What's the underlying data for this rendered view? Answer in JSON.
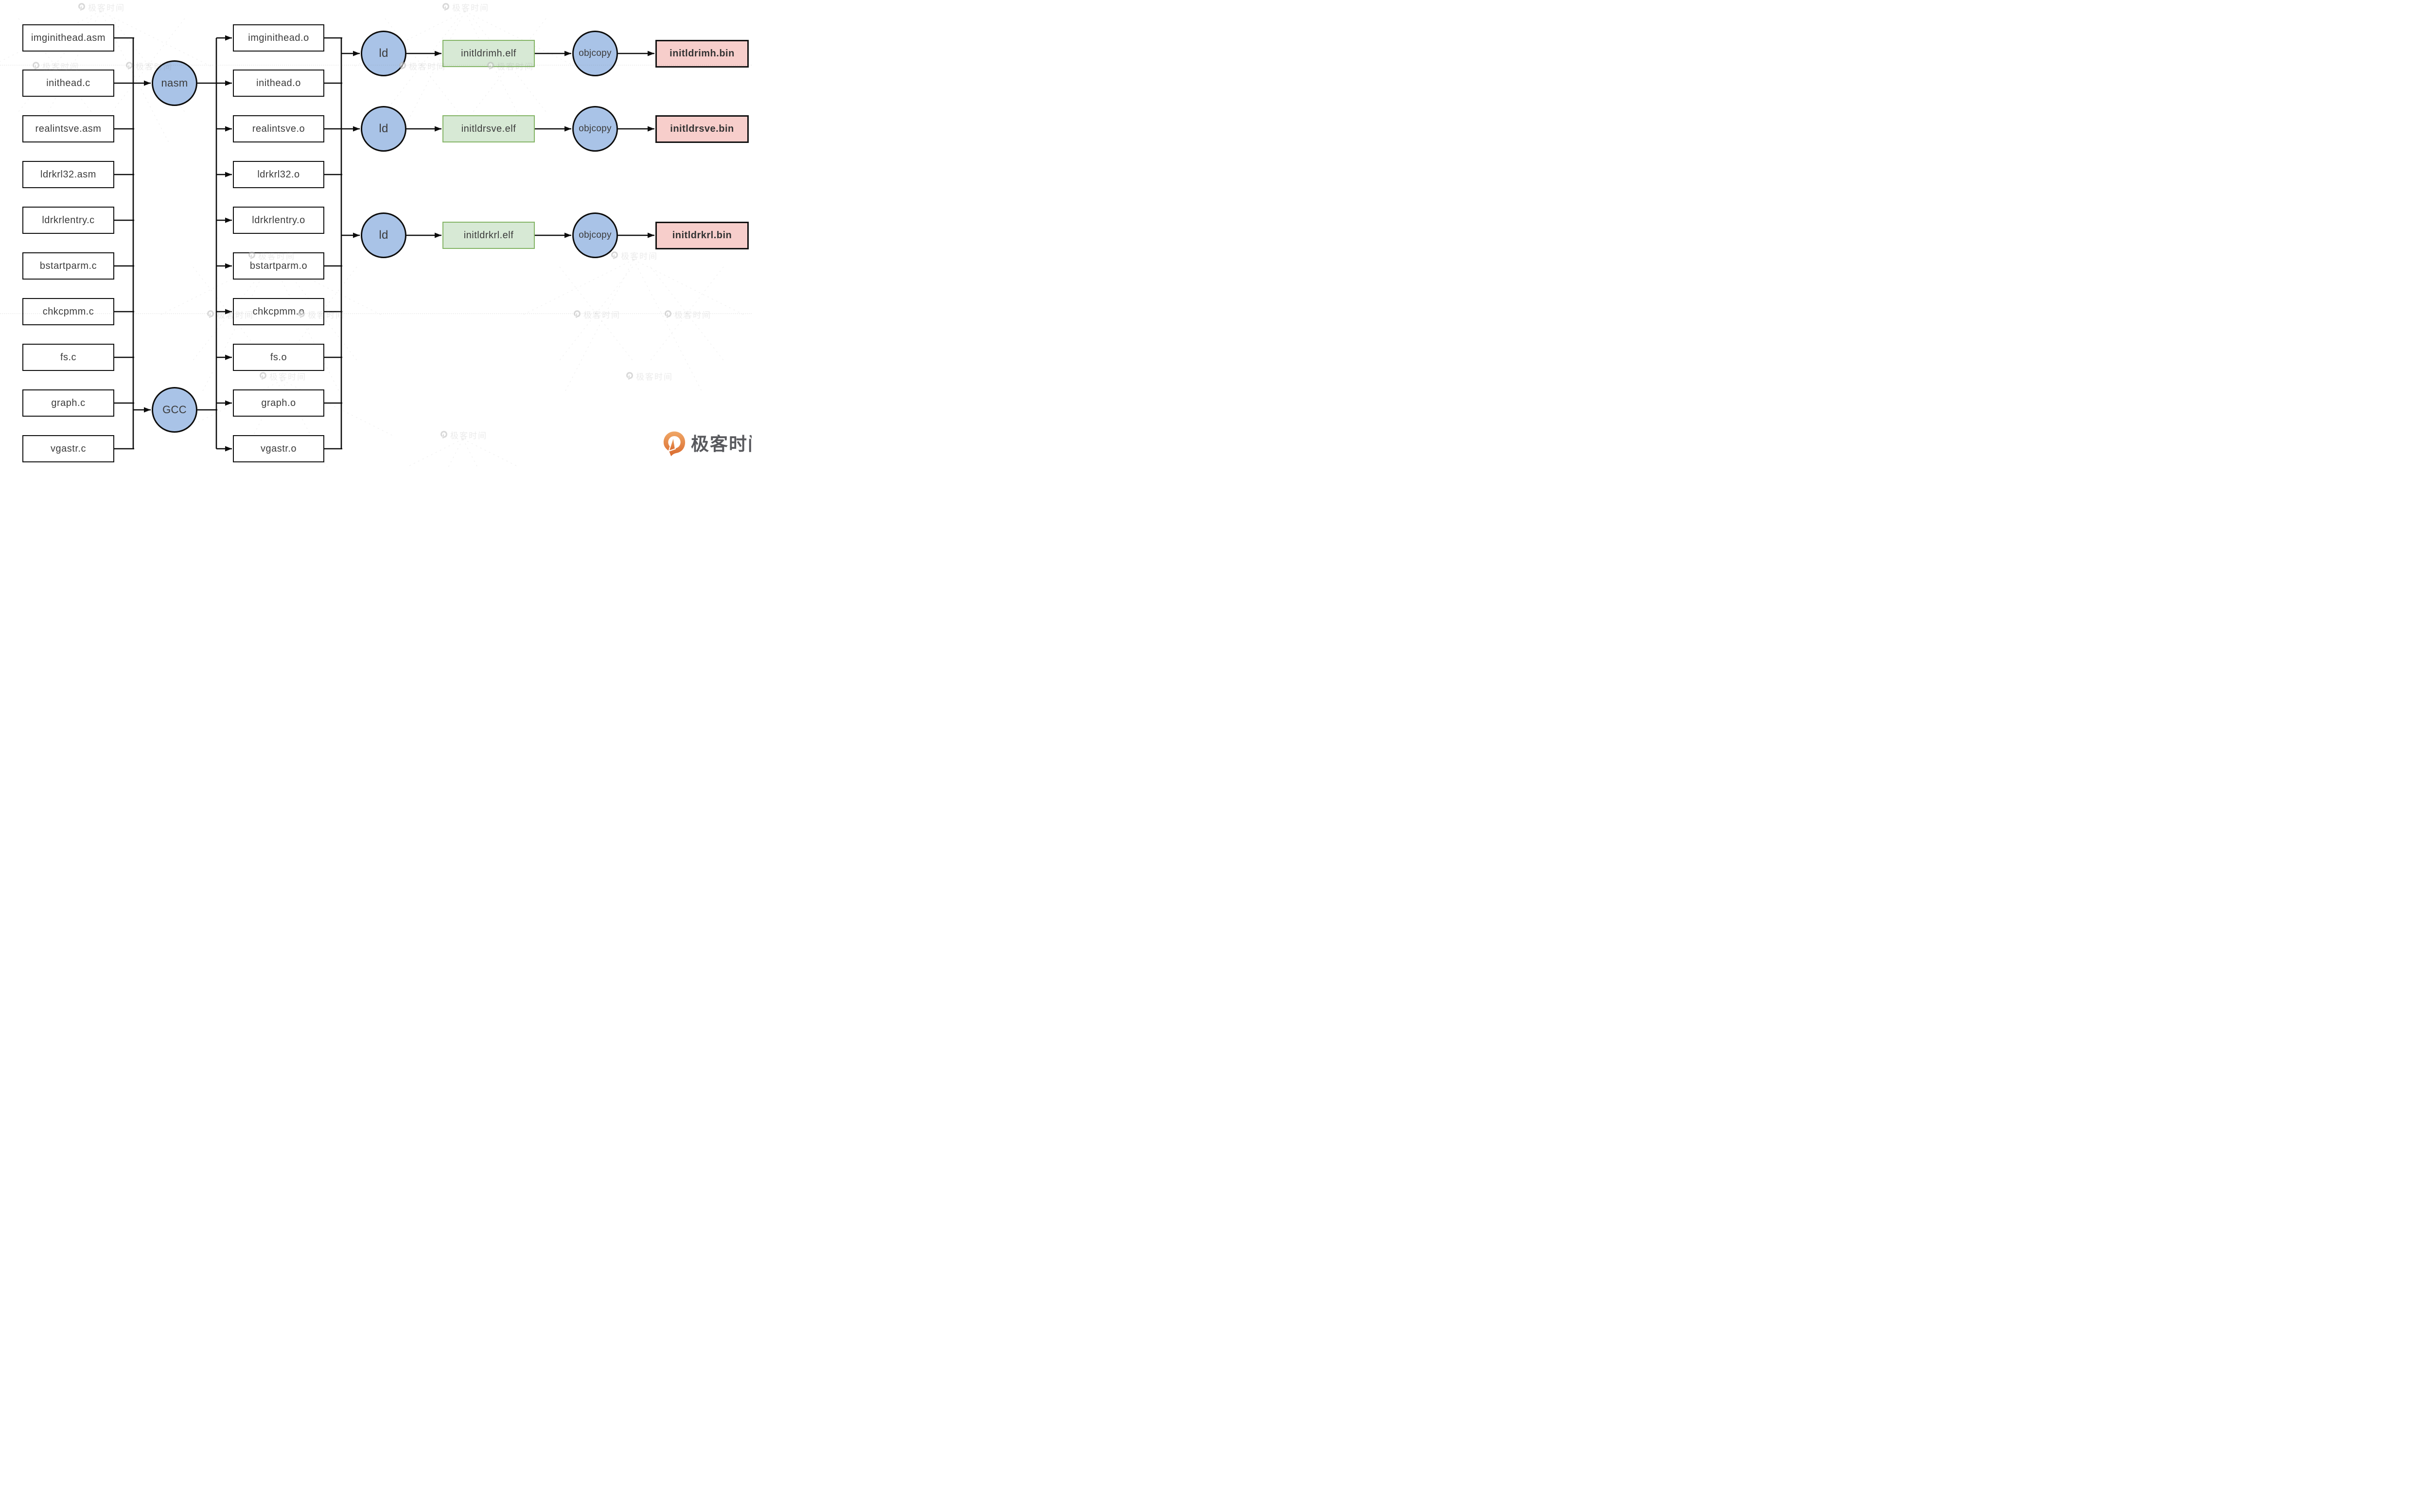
{
  "diagram": {
    "source_files": [
      "imginithead.asm",
      "inithead.c",
      "realintsve.asm",
      "ldrkrl32.asm",
      "ldrkrlentry.c",
      "bstartparm.c",
      "chkcpmm.c",
      "fs.c",
      "graph.c",
      "vgastr.c"
    ],
    "object_files": [
      "imginithead.o",
      "inithead.o",
      "realintsve.o",
      "ldrkrl32.o",
      "ldrkrlentry.o",
      "bstartparm.o",
      "chkcpmm.o",
      "fs.o",
      "graph.o",
      "vgastr.o"
    ],
    "assembler_label": "nasm",
    "compiler_label": "GCC",
    "linker_label": "ld",
    "objcopy_label": "objcopy",
    "elf_files": [
      "initldrimh.elf",
      "initldrsve.elf",
      "initldrkrl.elf"
    ],
    "bin_files": [
      "initldrimh.bin",
      "initldrsve.bin",
      "initldrkrl.bin"
    ],
    "colors": {
      "process_fill": "#a9c3e7",
      "elf_fill": "#d7e9d5",
      "elf_border": "#85b567",
      "bin_fill": "#f7cecb",
      "line": "#111111",
      "label_text": "#3b3b3b",
      "logo_orange": "#e07a38",
      "watermark_gray": "#ececec"
    }
  },
  "watermark": {
    "icon": "geektime-pin-icon",
    "text": "极客时间"
  },
  "footer_logo": {
    "icon": "geektime-pin-icon",
    "text": "极客时间"
  }
}
